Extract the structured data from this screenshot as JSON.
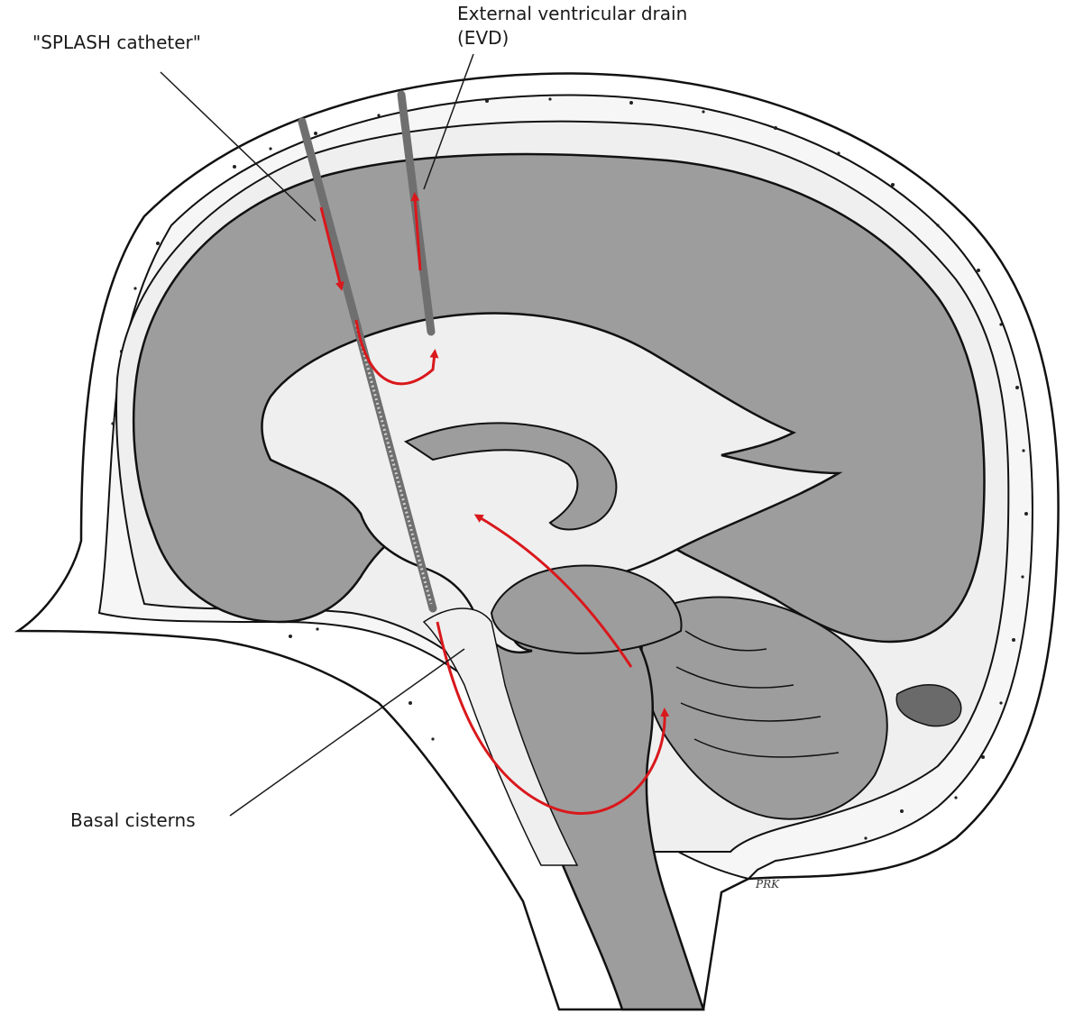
{
  "labels": {
    "splash_catheter": "\"SPLASH catheter\"",
    "evd_line1": "External ventricular drain",
    "evd_line2": "(EVD)",
    "basal_cisterns": "Basal cisterns"
  },
  "signature": "PRK",
  "colors": {
    "brain_tissue": "#9d9d9d",
    "csf_space": "#efefef",
    "outline": "#111111",
    "flow_arrow": "#d9181c",
    "catheter": "#6f6f6f",
    "sinus": "#6a6a6a"
  }
}
